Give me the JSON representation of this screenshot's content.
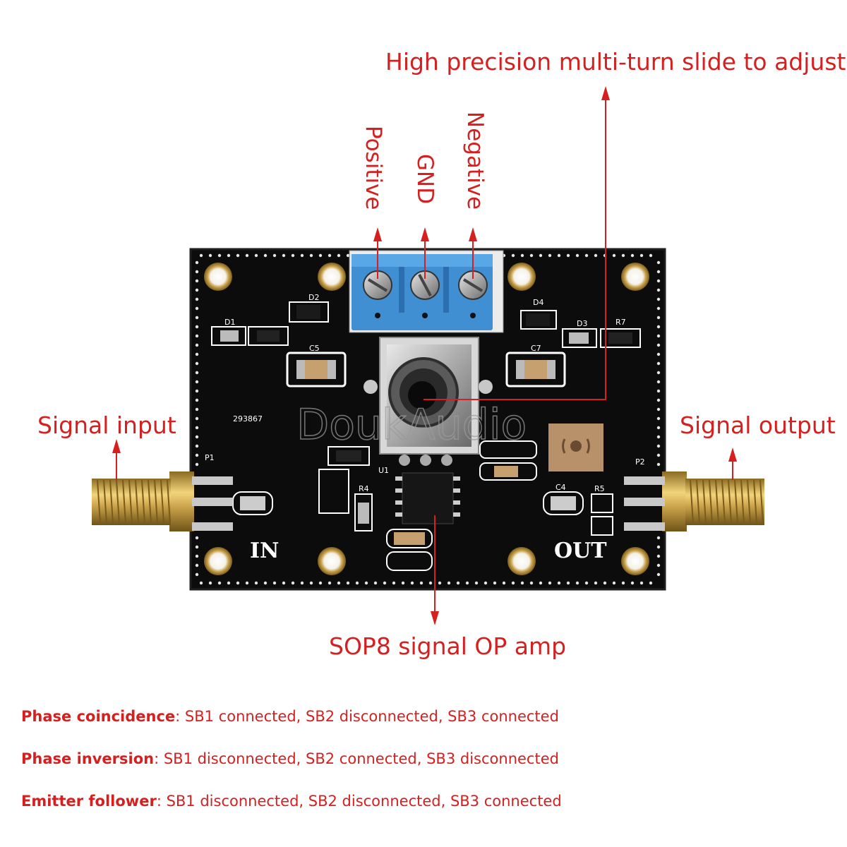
{
  "annotations": {
    "top_label": "High precision multi-turn slide to adjust",
    "positive": "Positive",
    "gnd": "GND",
    "negative": "Negative",
    "signal_input": "Signal input",
    "signal_output": "Signal output",
    "opamp": "SOP8 signal OP amp"
  },
  "board": {
    "silk_in": "IN",
    "silk_out": "OUT",
    "serial": "293867",
    "watermark": "DoukAudio",
    "ref_p1": "P1",
    "ref_p2": "P2",
    "ref_u1": "U1",
    "ref_d1": "D1",
    "ref_d2": "D2",
    "ref_d3": "D3",
    "ref_d4": "D4",
    "ref_c5": "C5",
    "ref_c7": "C7",
    "ref_c4": "C4",
    "ref_r4": "R4",
    "ref_r5": "R5",
    "ref_r7": "R7"
  },
  "notes": [
    {
      "title": "Phase coincidence",
      "text": ": SB1 connected, SB2 disconnected, SB3 connected"
    },
    {
      "title": "Phase inversion",
      "text": ": SB1 disconnected, SB2 connected, SB3 disconnected"
    },
    {
      "title": "Emitter follower",
      "text": ": SB1 disconnected, SB2 disconnected, SB3 connected"
    }
  ],
  "colors": {
    "annotation": "#d61f1f",
    "pcb": "#0c0c0c",
    "terminal_block": "#3f8fd2",
    "gold": "#c9a14a"
  }
}
